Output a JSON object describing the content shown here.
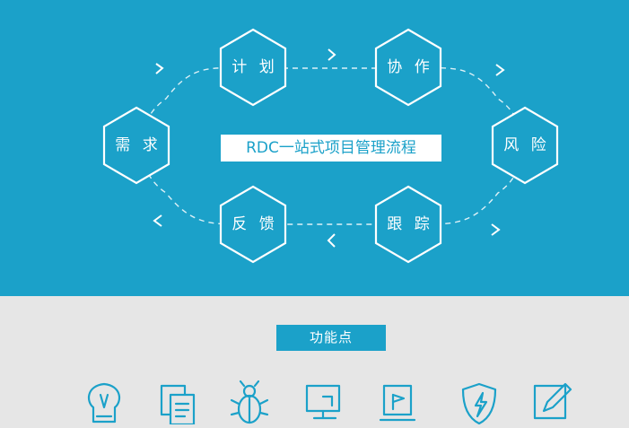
{
  "diagram": {
    "title": "RDC一站式项目管理流程",
    "nodes": [
      {
        "id": "plan",
        "label": "计 划"
      },
      {
        "id": "collab",
        "label": "协 作"
      },
      {
        "id": "risk",
        "label": "风 险"
      },
      {
        "id": "track",
        "label": "跟 踪"
      },
      {
        "id": "feedback",
        "label": "反 馈"
      },
      {
        "id": "demand",
        "label": "需 求"
      }
    ],
    "cycle": [
      "需 求",
      "计 划",
      "协 作",
      "风 险",
      "跟 踪",
      "反 馈"
    ]
  },
  "features": {
    "label": "功能点",
    "icons": [
      "lightbulb-icon",
      "document-icon",
      "bug-icon",
      "monitor-icon",
      "flag-board-icon",
      "shield-lightning-icon",
      "edit-icon"
    ]
  },
  "colors": {
    "hero_bg": "#1ba1c9",
    "lower_bg": "#e6e6e6",
    "accent": "#1ba1c9",
    "line": "#ffffff"
  }
}
